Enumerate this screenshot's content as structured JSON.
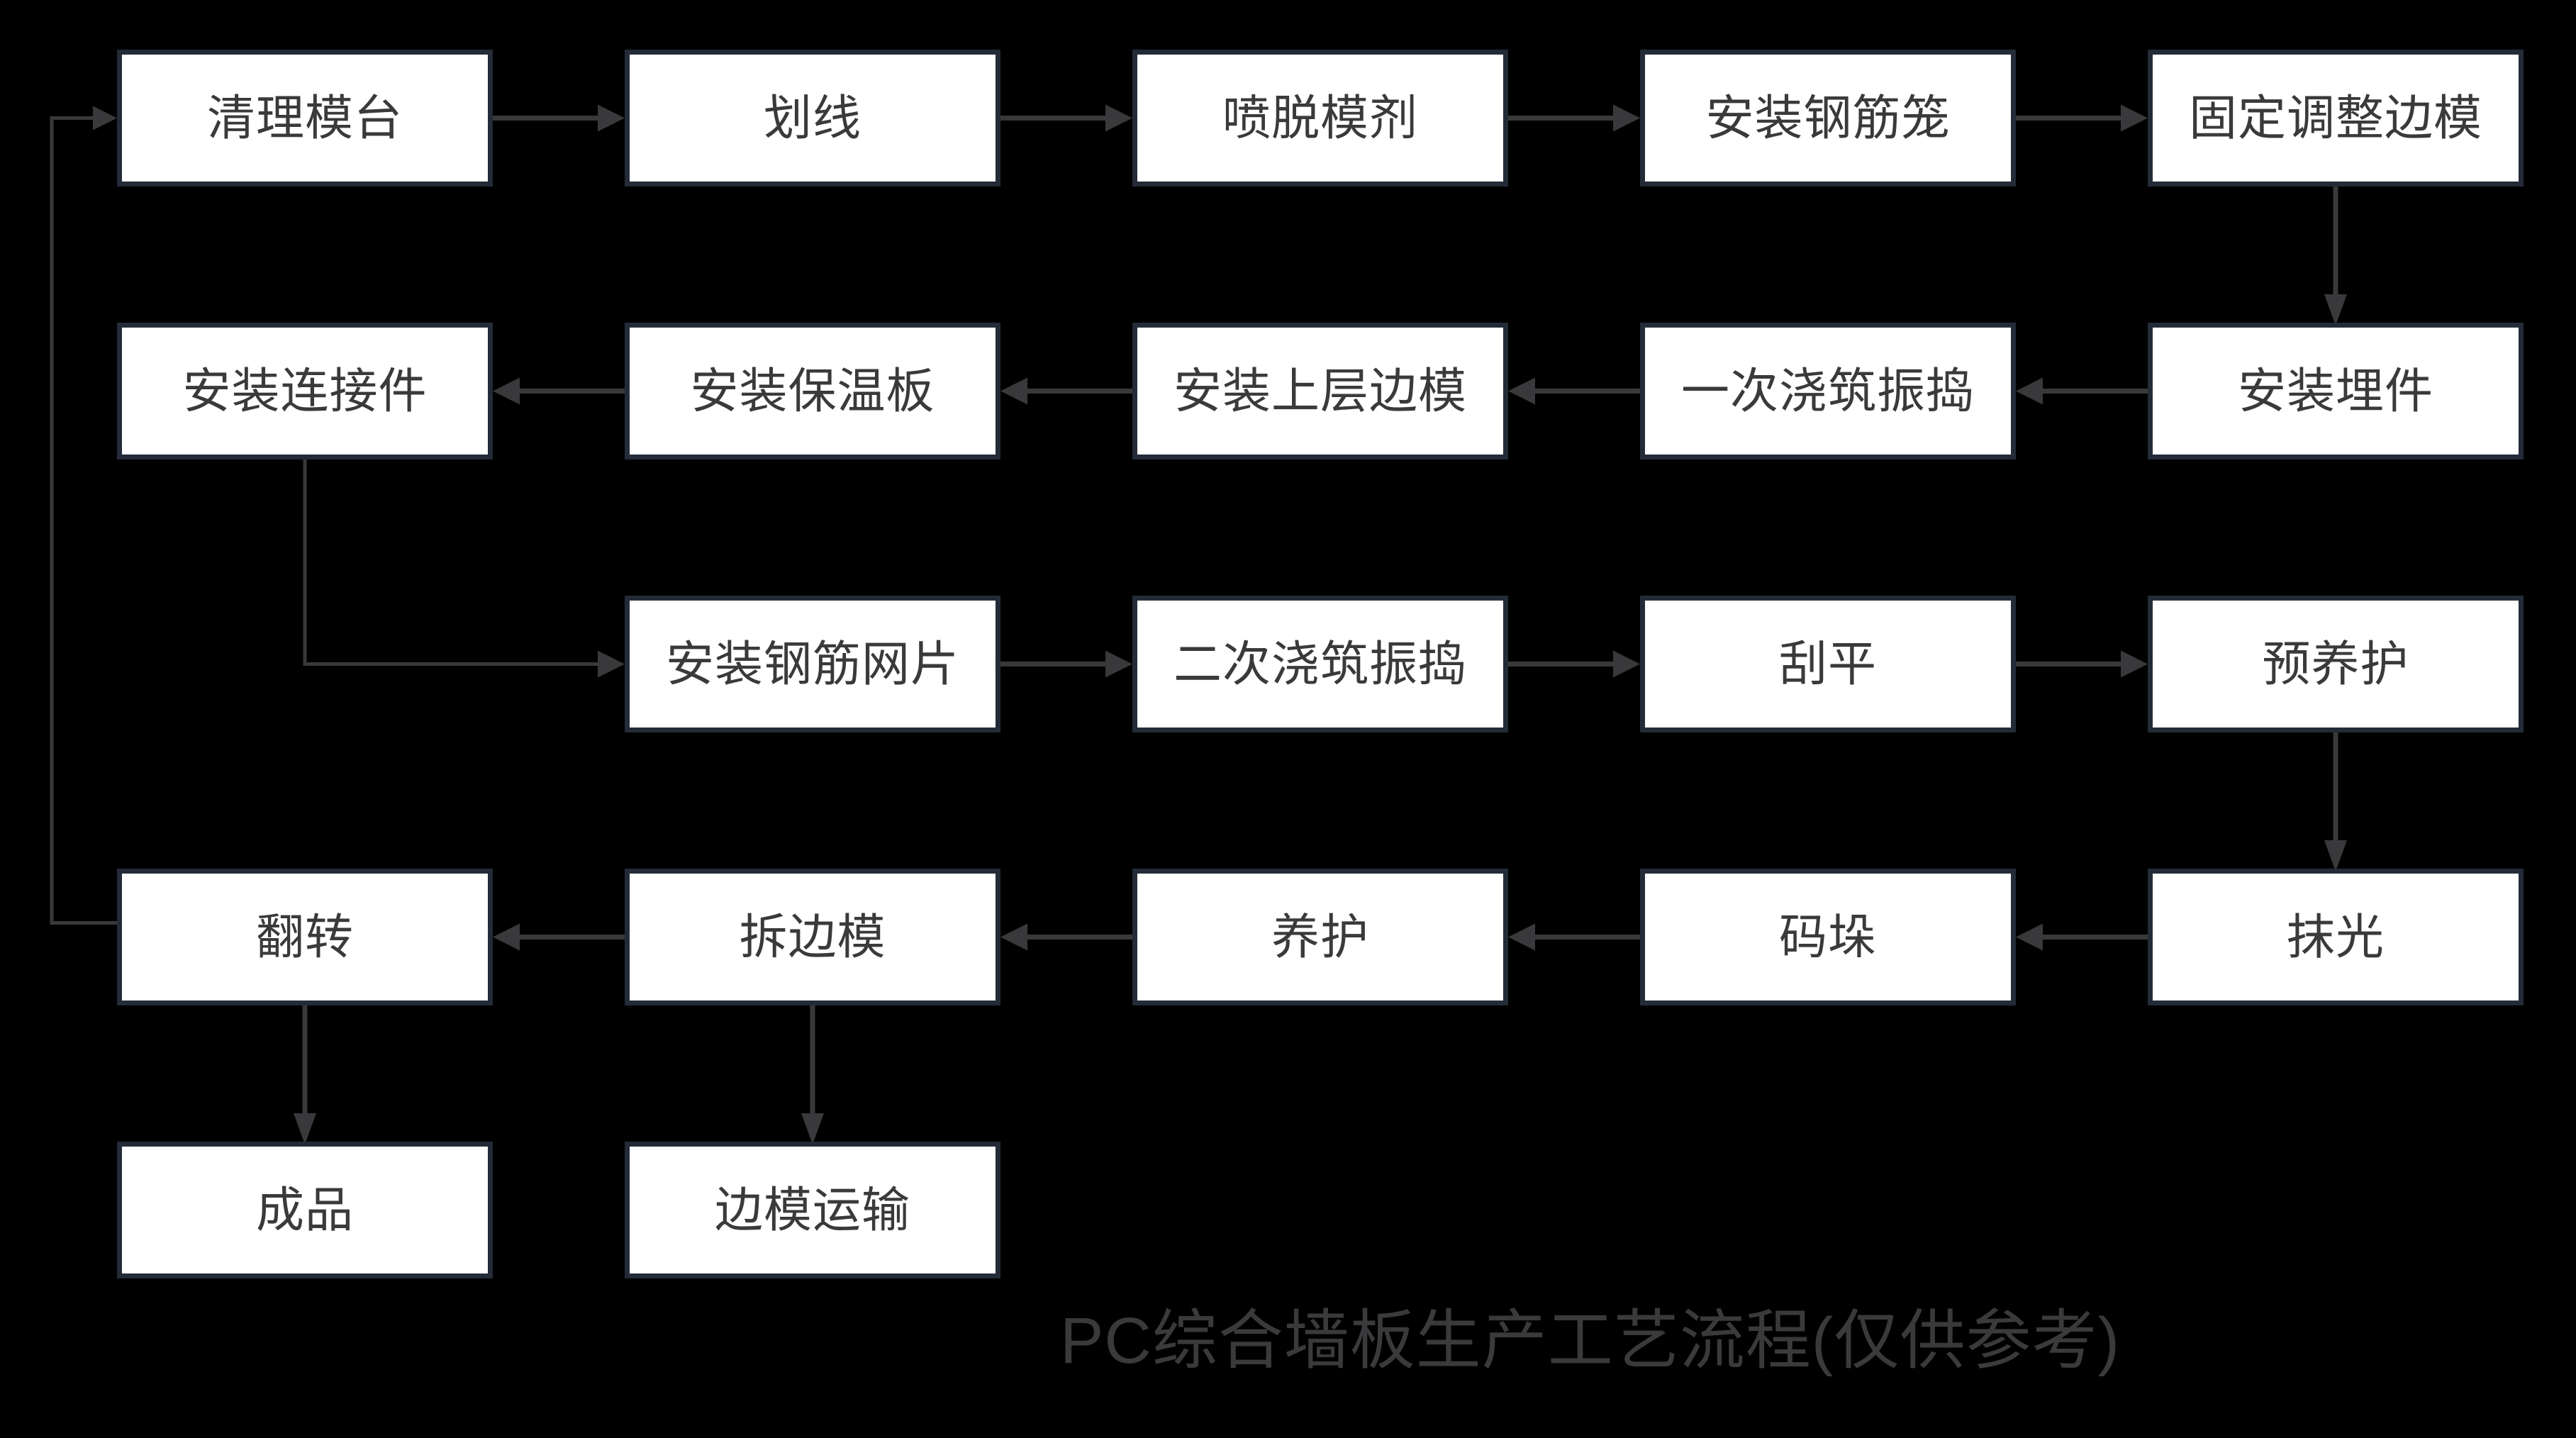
{
  "diagram": {
    "title": "PC综合墙板生产工艺流程(仅供参考)",
    "background_color": "#000000",
    "node_fill_color": "#ffffff",
    "node_border_color": "#232b37",
    "node_text_color": "#3a3a3a",
    "connector_color": "#39393b",
    "title_color": "#3a3a3c",
    "nodes": [
      {
        "id": "clean-mold-table",
        "label": "清理模台",
        "col": 0,
        "row": 0
      },
      {
        "id": "marking",
        "label": "划线",
        "col": 1,
        "row": 0
      },
      {
        "id": "spray-release-agent",
        "label": "喷脱模剂",
        "col": 2,
        "row": 0
      },
      {
        "id": "install-rebar-cage",
        "label": "安装钢筋笼",
        "col": 3,
        "row": 0
      },
      {
        "id": "fix-adjust-side-mold",
        "label": "固定调整边模",
        "col": 4,
        "row": 0
      },
      {
        "id": "install-embedded-parts",
        "label": "安装埋件",
        "col": 4,
        "row": 1
      },
      {
        "id": "first-pour-vibrate",
        "label": "一次浇筑振捣",
        "col": 3,
        "row": 1
      },
      {
        "id": "install-upper-side-mold",
        "label": "安装上层边模",
        "col": 2,
        "row": 1
      },
      {
        "id": "install-insulation-board",
        "label": "安装保温板",
        "col": 1,
        "row": 1
      },
      {
        "id": "install-connectors",
        "label": "安装连接件",
        "col": 0,
        "row": 1
      },
      {
        "id": "install-rebar-mesh",
        "label": "安装钢筋网片",
        "col": 1,
        "row": 2
      },
      {
        "id": "second-pour-vibrate",
        "label": "二次浇筑振捣",
        "col": 2,
        "row": 2
      },
      {
        "id": "screeding",
        "label": "刮平",
        "col": 3,
        "row": 2
      },
      {
        "id": "pre-curing",
        "label": "预养护",
        "col": 4,
        "row": 2
      },
      {
        "id": "trowel-finishing",
        "label": "抹光",
        "col": 4,
        "row": 3
      },
      {
        "id": "stacking",
        "label": "码垛",
        "col": 3,
        "row": 3
      },
      {
        "id": "curing",
        "label": "养护",
        "col": 2,
        "row": 3
      },
      {
        "id": "remove-side-mold",
        "label": "拆边模",
        "col": 1,
        "row": 3
      },
      {
        "id": "flipping",
        "label": "翻转",
        "col": 0,
        "row": 3
      },
      {
        "id": "finished-product",
        "label": "成品",
        "col": 0,
        "row": 4
      },
      {
        "id": "side-mold-transport",
        "label": "边模运输",
        "col": 1,
        "row": 4
      }
    ],
    "edges": [
      {
        "from": "clean-mold-table",
        "to": "marking",
        "route": "h"
      },
      {
        "from": "marking",
        "to": "spray-release-agent",
        "route": "h"
      },
      {
        "from": "spray-release-agent",
        "to": "install-rebar-cage",
        "route": "h"
      },
      {
        "from": "install-rebar-cage",
        "to": "fix-adjust-side-mold",
        "route": "h"
      },
      {
        "from": "fix-adjust-side-mold",
        "to": "install-embedded-parts",
        "route": "v"
      },
      {
        "from": "install-embedded-parts",
        "to": "first-pour-vibrate",
        "route": "h"
      },
      {
        "from": "first-pour-vibrate",
        "to": "install-upper-side-mold",
        "route": "h"
      },
      {
        "from": "install-upper-side-mold",
        "to": "install-insulation-board",
        "route": "h"
      },
      {
        "from": "install-insulation-board",
        "to": "install-connectors",
        "route": "h"
      },
      {
        "from": "install-connectors",
        "to": "install-rebar-mesh",
        "route": "elbow"
      },
      {
        "from": "install-rebar-mesh",
        "to": "second-pour-vibrate",
        "route": "h"
      },
      {
        "from": "second-pour-vibrate",
        "to": "screeding",
        "route": "h"
      },
      {
        "from": "screeding",
        "to": "pre-curing",
        "route": "h"
      },
      {
        "from": "pre-curing",
        "to": "trowel-finishing",
        "route": "v"
      },
      {
        "from": "trowel-finishing",
        "to": "stacking",
        "route": "h"
      },
      {
        "from": "stacking",
        "to": "curing",
        "route": "h"
      },
      {
        "from": "curing",
        "to": "remove-side-mold",
        "route": "h"
      },
      {
        "from": "remove-side-mold",
        "to": "flipping",
        "route": "h"
      },
      {
        "from": "flipping",
        "to": "finished-product",
        "route": "v"
      },
      {
        "from": "remove-side-mold",
        "to": "side-mold-transport",
        "route": "v"
      },
      {
        "from": "flipping",
        "to": "clean-mold-table",
        "route": "loop"
      }
    ]
  }
}
